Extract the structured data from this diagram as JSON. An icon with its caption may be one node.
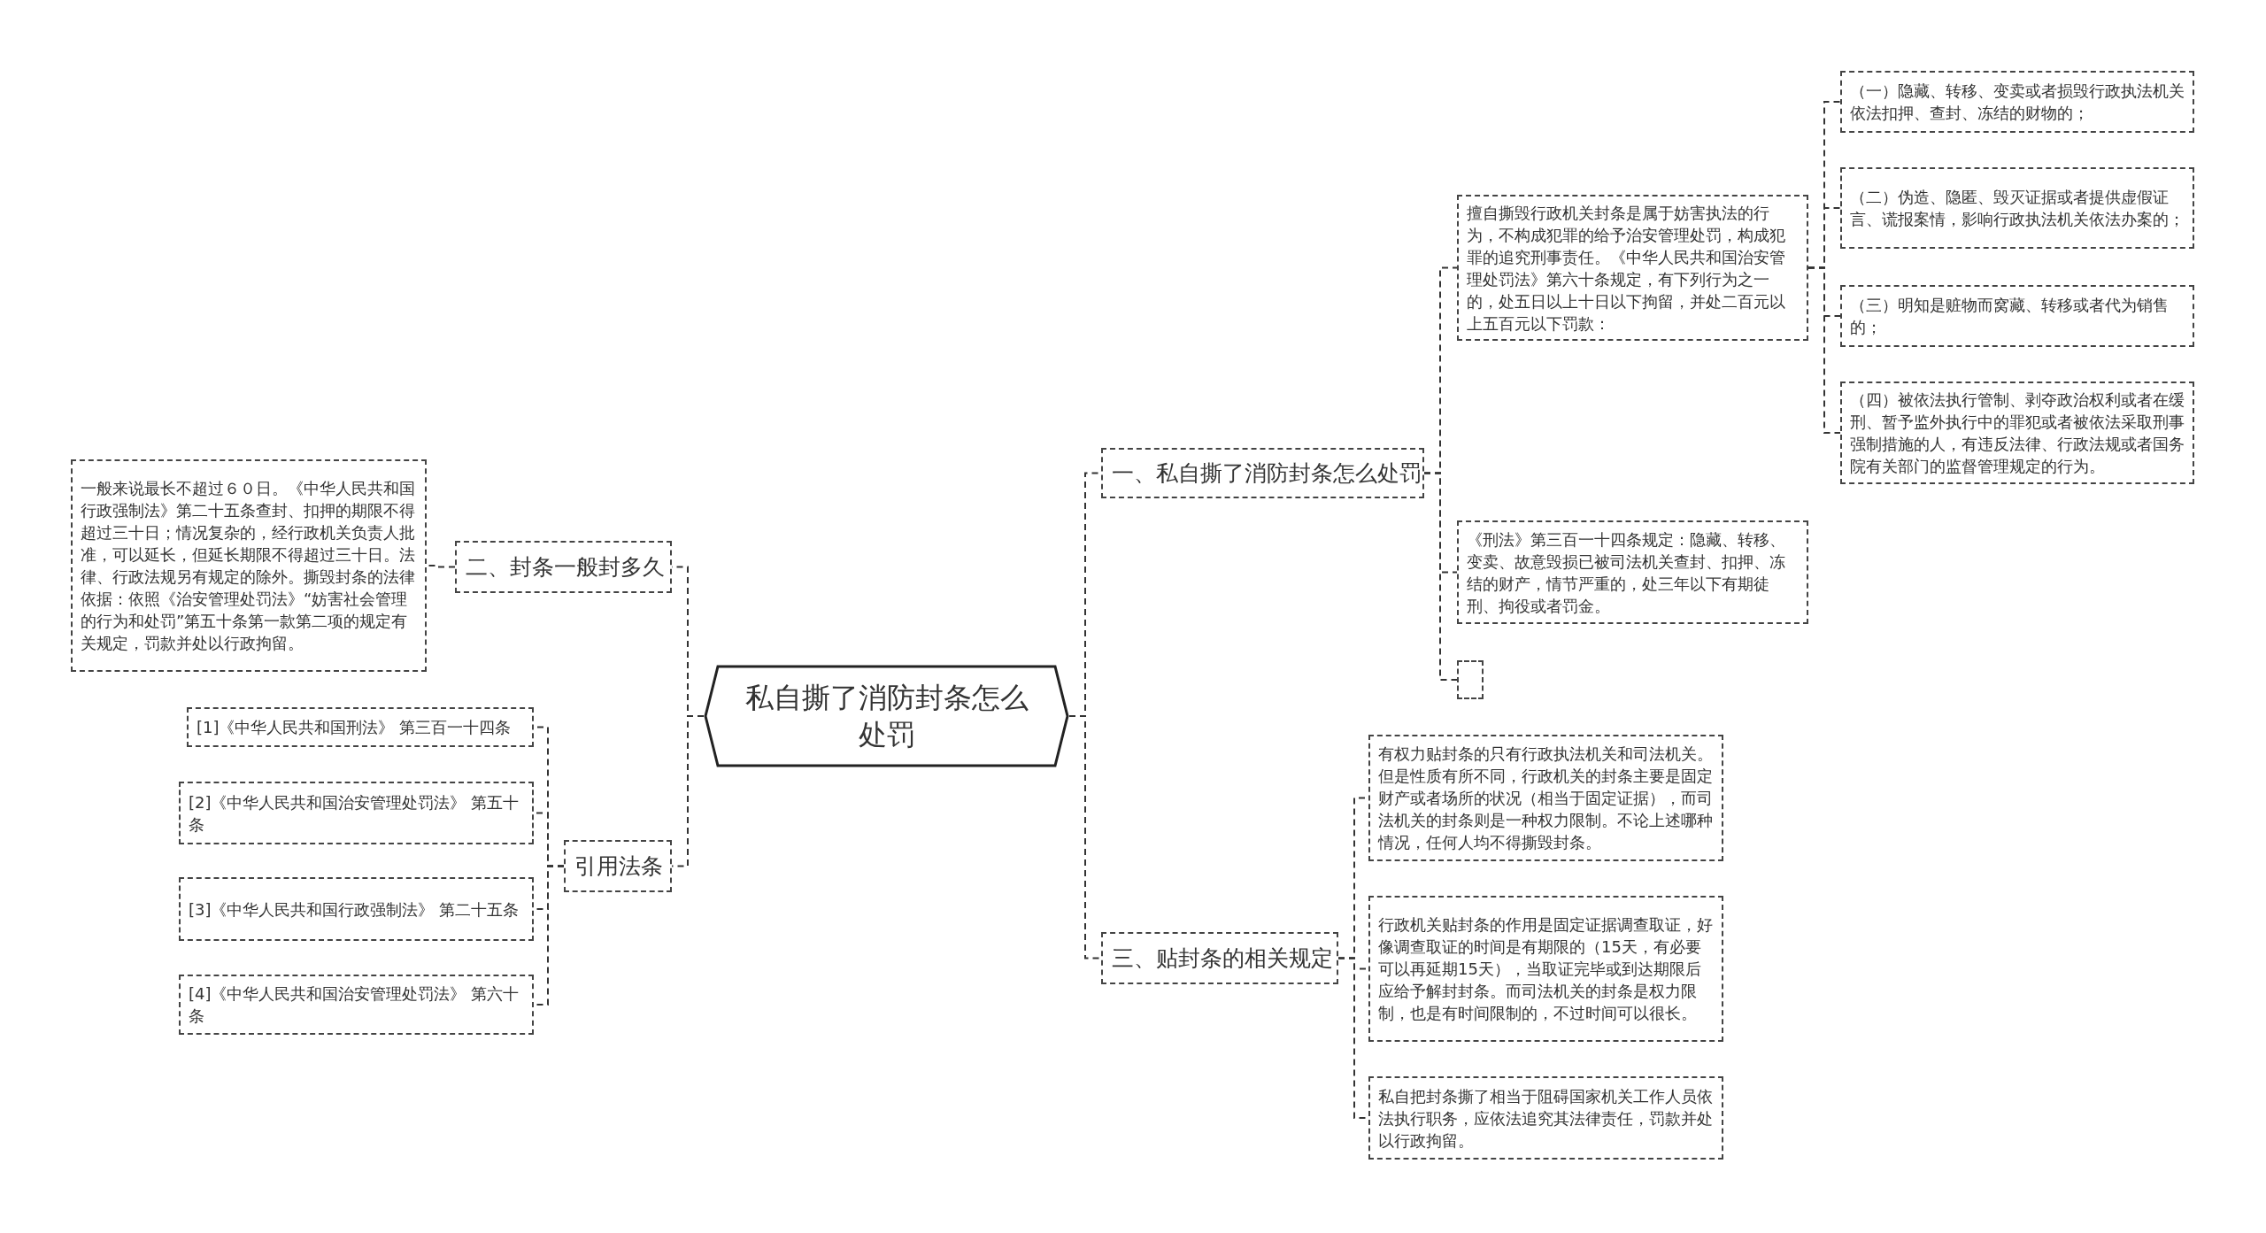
{
  "diagram": {
    "nodes": [
      {
        "text": [
          "私自撕了消防封条怎么处罚"
        ]
      },
      {
        "text": [
          "一、私自撕了消防封条怎么处罚"
        ]
      },
      {
        "text": [
          "擅自撕毁行政机关封条是属于妨害执法的行为，不构成犯罪的给予治安管理处罚，构成犯罪的追究刑事责任。《中华人民共和国治安管理处罚法》第六十条规定，有下列行为之一的，处五日以上十日以下拘留，并处二百元以上五百元以下罚款："
        ]
      },
      {
        "text": [
          "（一）隐藏、转移、变卖或者损毁行政执法机关依法扣押、查封、冻结的财物的；"
        ]
      },
      {
        "text": [
          "（二）伪造、隐匿、毁灭证据或者提供虚假证言、谎报案情，影响行政执法机关依法办案的；"
        ]
      },
      {
        "text": [
          "（三）明知是赃物而窝藏、转移或者代为销售的；"
        ]
      },
      {
        "text": [
          "（四）被依法执行管制、剥夺政治权利或者在缓刑、暂予监外执行中的罪犯或者被依法采取刑事强制措施的人，有违反法律、行政法规或者国务院有关部门的监督管理规定的行为。"
        ]
      },
      {
        "text": [
          "《刑法》第三百一十四条规定：隐藏、转移、变卖、故意毁损已被司法机关查封、扣押、冻结的财产，情节严重的，处三年以下有期徒刑、拘役或者罚金。"
        ]
      },
      {
        "text": [],
        "shape": "box"
      },
      {
        "text": [
          "三、贴封条的相关规定"
        ]
      },
      {
        "text": [
          "有权力贴封条的只有行政执法机关和司法机关。但是性质有所不同，行政机关的封条主要是固定财产或者场所的状况（相当于固定证据），而司法机关的封条则是一种权力限制。不论上述哪种情况，任何人均不得撕毁封条。"
        ]
      },
      {
        "text": [
          "行政机关贴封条的作用是固定证据调查取证，好像调查取证的时间是有期限的（15天，有必要可以再延期15天），当取证完毕或到达期限后应给予解封封条。而司法机关的封条是权力限制，也是有时间限制的，不过时间可以很长。"
        ]
      },
      {
        "text": [
          "私自把封条撕了相当于阻碍国家机关工作人员依法执行职务，应依法追究其法律责任，罚款并处以行政拘留。"
        ]
      },
      {
        "text": [
          "二、封条一般封多久"
        ]
      },
      {
        "text": [
          "一般来说最长不超过６０日。《中华人民共和国行政强制法》第二十五条查封、扣押的期限不得超过三十日；情况复杂的，经行政机关负责人批准，可以延长，但延长期限不得超过三十日。法律、行政法规另有规定的除外。撕毁封条的法律依据：依照《治安管理处罚法》“妨害社会管理的行为和处罚”第五十条第一款第二项的规定有关规定，罚款并处以行政拘留。"
        ]
      },
      {
        "text": [
          "引用法条"
        ]
      },
      {
        "text": [
          "[1]《中华人民共和国刑法》 第三百一十四条"
        ]
      },
      {
        "text": [
          "[2]《中华人民共和国治安管理处罚法》 第五十条"
        ]
      },
      {
        "text": [
          "[3]《中华人民共和国行政强制法》 第二十五条"
        ]
      },
      {
        "text": [
          "[4]《中华人民共和国治安管理处罚法》 第六十条"
        ]
      }
    ],
    "edges": [
      {
        "from": 0,
        "to": 1,
        "arrow": "none"
      },
      {
        "from": 1,
        "to": 2,
        "arrow": "none"
      },
      {
        "from": 2,
        "to": 3,
        "arrow": "none"
      },
      {
        "from": 2,
        "to": 4,
        "arrow": "none"
      },
      {
        "from": 2,
        "to": 5,
        "arrow": "none"
      },
      {
        "from": 2,
        "to": 6,
        "arrow": "none"
      },
      {
        "from": 1,
        "to": 7,
        "arrow": "none"
      },
      {
        "from": 1,
        "to": 8,
        "arrow": "none"
      },
      {
        "from": 0,
        "to": 9,
        "arrow": "none"
      },
      {
        "from": 9,
        "to": 10,
        "arrow": "none"
      },
      {
        "from": 9,
        "to": 11,
        "arrow": "none"
      },
      {
        "from": 9,
        "to": 12,
        "arrow": "none"
      },
      {
        "from": 0,
        "to": 13,
        "arrow": "none"
      },
      {
        "from": 13,
        "to": 14,
        "arrow": "none"
      },
      {
        "from": 0,
        "to": 15,
        "arrow": "none"
      },
      {
        "from": 15,
        "to": 16,
        "arrow": "none"
      },
      {
        "from": 15,
        "to": 17,
        "arrow": "none"
      },
      {
        "from": 15,
        "to": 18,
        "arrow": "none"
      },
      {
        "from": 15,
        "to": 19,
        "arrow": "none"
      }
    ]
  }
}
